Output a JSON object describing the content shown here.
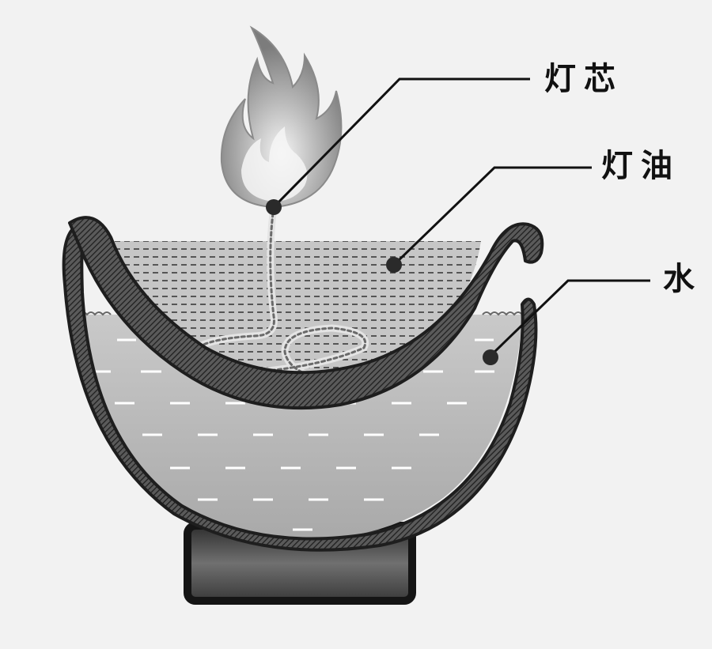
{
  "labels": {
    "wick": "灯芯",
    "oil": "灯油",
    "water": "水"
  },
  "colors": {
    "background": "#f2f2f2",
    "outline": "#222222",
    "water": "#b3b3b3",
    "oil": "#c8c8c8",
    "base": "#3a3a3a"
  }
}
